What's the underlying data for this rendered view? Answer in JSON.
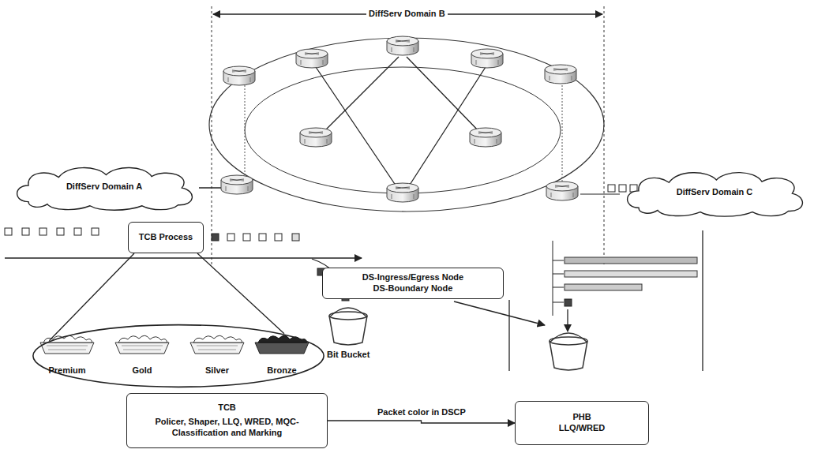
{
  "diagram": {
    "nodes": [
      {
        "text": [
          "DiffServ Domain A"
        ]
      },
      {
        "text": [
          "DiffServ Domain C"
        ]
      },
      {
        "text": [
          "TCB Process"
        ]
      },
      {
        "text": [
          "DS-Ingress/Egress Node",
          "DS-Boundary Node"
        ]
      },
      {
        "text": [
          "Premium",
          "Gold",
          "Silver",
          "Bronze"
        ]
      },
      {
        "text": [
          "TCB",
          "Policer, Shaper, LLQ, WRED, MQC-Classification and Marking"
        ]
      },
      {
        "text": [
          "PHB",
          "LLQ/WRED"
        ]
      }
    ],
    "edges": [
      {
        "from": 2,
        "to": 4,
        "arrow": "none"
      },
      {
        "from": 5,
        "to": 6,
        "label": "Packet color in DSCP",
        "arrow": "to"
      }
    ],
    "labels": [
      "DiffServ Domain B",
      "Bit Bucket"
    ]
  }
}
